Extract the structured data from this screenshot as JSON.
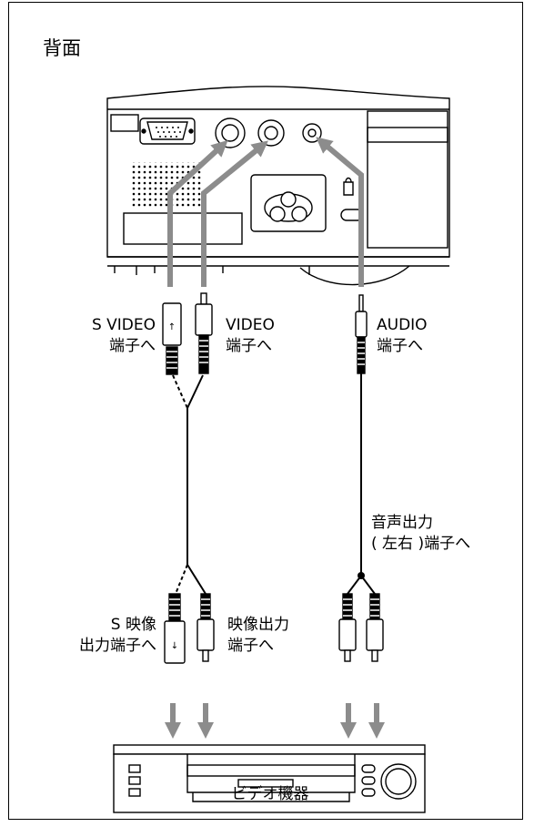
{
  "title": "背面",
  "projector_labels": {
    "s_video": [
      "S VIDEO",
      "端子へ"
    ],
    "video": [
      "VIDEO",
      "端子へ"
    ],
    "audio": [
      "AUDIO",
      "端子へ"
    ]
  },
  "device_labels": {
    "audio_out": [
      "音声出力",
      "( 左右 )端子へ"
    ],
    "s_video_out": [
      "S 映像",
      "出力端子へ"
    ],
    "video_out": [
      "映像出力",
      "端子へ"
    ]
  },
  "device_name": "ビデオ機器",
  "icons": [
    "projector-rear-panel",
    "s-video-plug",
    "rca-plug",
    "stereo-mini-plug",
    "vcr",
    "arrow"
  ],
  "colors": {
    "arrow": "#8c8c8c",
    "line": "#000000",
    "panel": "#ffffff"
  }
}
